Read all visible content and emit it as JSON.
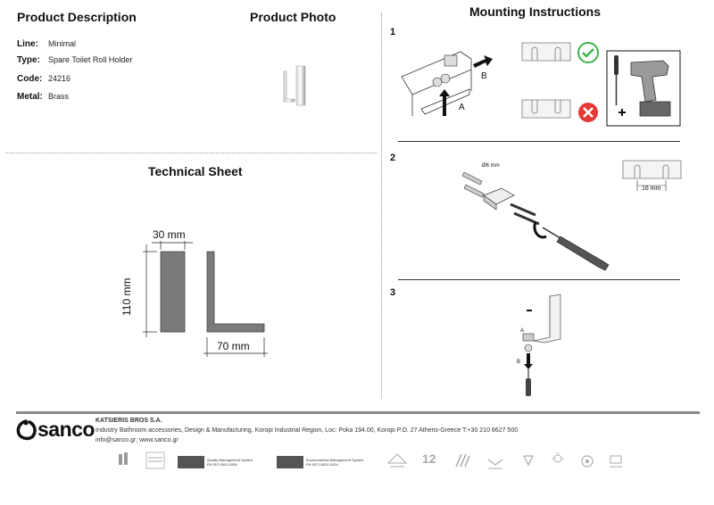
{
  "product": {
    "section_title": "Product Description",
    "props": [
      {
        "label": "Line:",
        "value": "Minimal"
      },
      {
        "label": "Type:",
        "value": "Spare Toilet Roll Holder"
      },
      {
        "label": "Code:",
        "value": "24216"
      },
      {
        "label": "Metal:",
        "value": "Brass"
      }
    ]
  },
  "photo": {
    "title": "Product Photo"
  },
  "technical": {
    "title": "Technical Sheet",
    "dim_width": "30 mm",
    "dim_height": "110 mm",
    "dim_depth": "70 mm"
  },
  "mounting": {
    "title": "Mounting Instructions",
    "steps": [
      {
        "number": "1",
        "label_a": "A",
        "label_b": "B"
      },
      {
        "number": "2",
        "drill_diameter": "Ø6 mm",
        "spacing": "16 mm"
      },
      {
        "number": "3",
        "label_a": "A",
        "label_b": "B"
      }
    ]
  },
  "footer": {
    "brand": "sanco",
    "company_name": "KATSIERIS BROS S.A.",
    "company_line": "Industry Bathroom accessories, Design & Manufacturing, Koropi Industrial Region, Loc: Poka 194.00, Koropi P.O. 27  Athens-Greece  T:+30 210 6627 500",
    "contact": "info@sanco.gr; www.sanco.gr",
    "cert_iso9001": "Quality Management System\nEN ISO 9001:2008",
    "cert_iso14001": "Environmental Management System\nEN ISO 14001:2004",
    "warranty_years": "12"
  },
  "colors": {
    "accent_ok": "#3cb34a",
    "accent_bad": "#e53935",
    "metal_gray": "#808080"
  }
}
